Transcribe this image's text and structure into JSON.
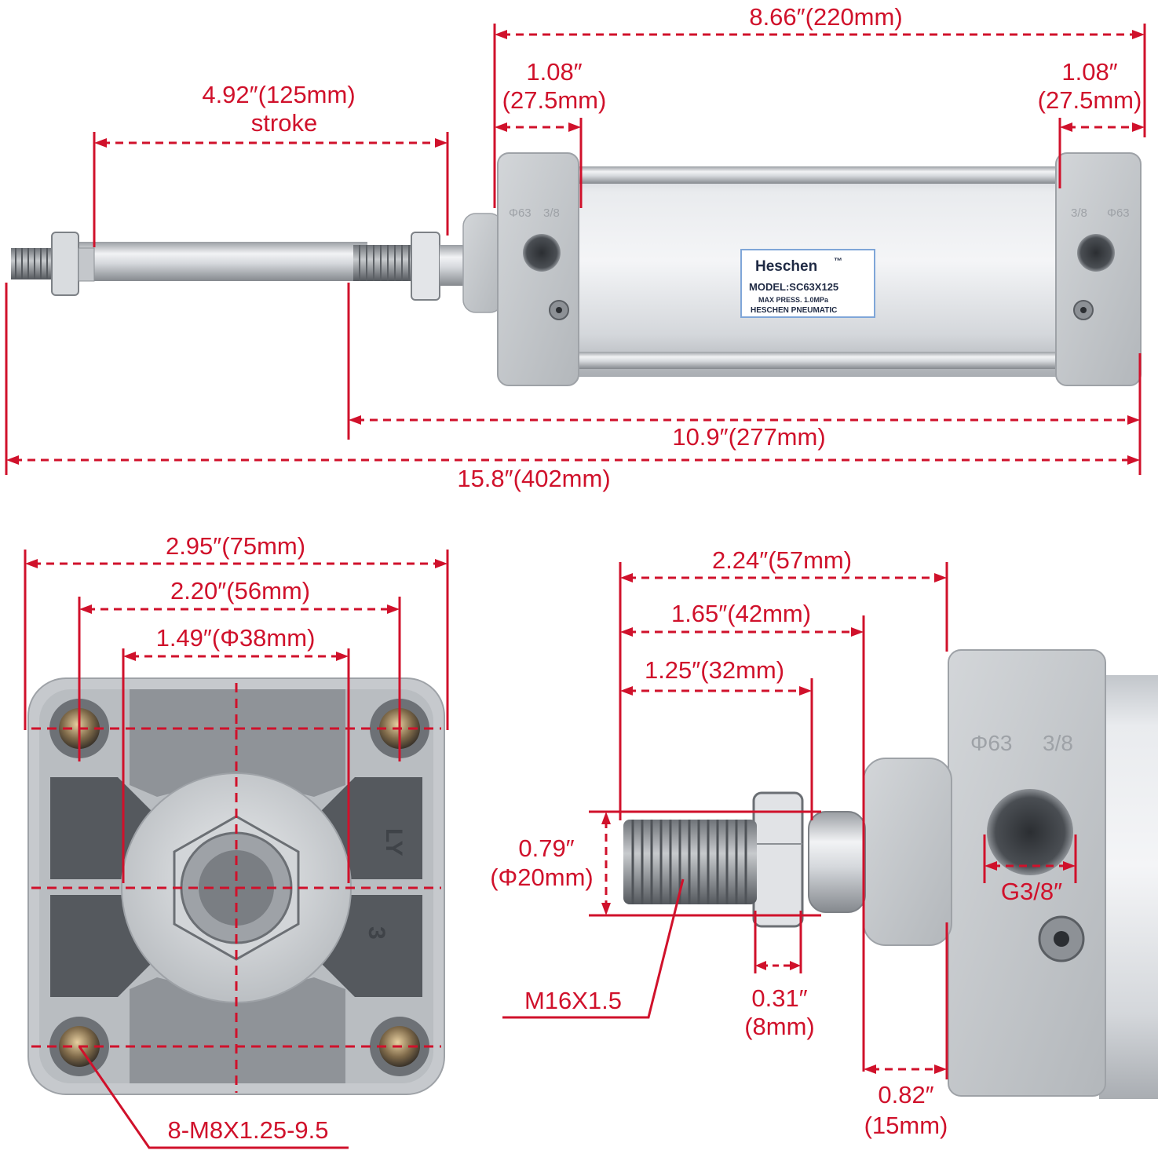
{
  "label": {
    "brand": "Heschen",
    "trademark": "™",
    "model": "MODEL:SC63X125",
    "pressure": "MAX PRESS. 1.0MPa",
    "maker": "HESCHEN PNEUMATIC"
  },
  "head_marks": {
    "bore": "Φ63",
    "port": "3/8"
  },
  "face_marks": {
    "left": "LY",
    "right": "3"
  },
  "dimensions": {
    "total_body": "8.66″(220mm)",
    "end_cap_left_1": "1.08″",
    "end_cap_left_2": "(27.5mm)",
    "end_cap_right_1": "1.08″",
    "end_cap_right_2": "(27.5mm)",
    "stroke_1": "4.92″(125mm)",
    "stroke_2": "stroke",
    "retracted_length": "10.9″(277mm)",
    "extended_length": "15.8″(402mm)",
    "flange_width": "2.95″(75mm)",
    "bolt_spacing": "2.20″(56mm)",
    "boss_diameter": "1.49″(Φ38mm)",
    "mount_threads": "8-M8X1.25-9.5",
    "rod_to_head": "2.24″(57mm)",
    "rod_to_boss": "1.65″(42mm)",
    "thread_length": "1.25″(32mm)",
    "thread_dia_1": "0.79″",
    "thread_dia_2": "(Φ20mm)",
    "rod_thread": "M16X1.5",
    "nut_1": "0.31″",
    "nut_2": "(8mm)",
    "boss_1": "0.82″",
    "boss_2": "(15mm)",
    "port_thread": "G3/8″"
  },
  "colors": {
    "dimension": "#d0112b",
    "aluminum": "#c9cdd1",
    "label_text": "#1f2a44",
    "label_bg": "#ffffff",
    "label_border": "#7fa6d8"
  }
}
